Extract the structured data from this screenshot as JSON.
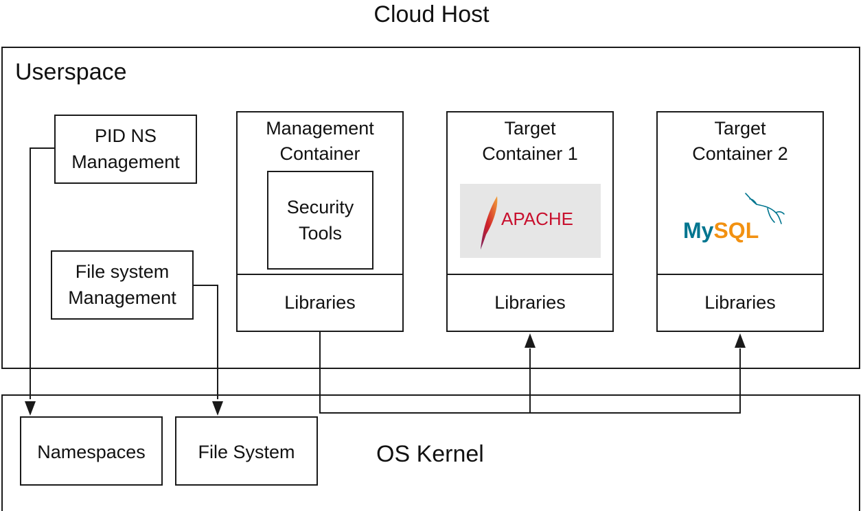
{
  "diagram": {
    "title": "Cloud Host",
    "userspace": {
      "label": "Userspace",
      "pid_ns_management": [
        "PID NS",
        "Management"
      ],
      "file_system_management": [
        "File system",
        "Management"
      ],
      "management_container": {
        "title": [
          "Management",
          "Container"
        ],
        "inner": [
          "Security",
          "Tools"
        ],
        "libraries": "Libraries"
      },
      "target_container_1": {
        "title": [
          "Target",
          "Container 1"
        ],
        "logo": "APACHE",
        "libraries": "Libraries"
      },
      "target_container_2": {
        "title": [
          "Target",
          "Container 2"
        ],
        "logo_my": "My",
        "logo_sql": "SQL",
        "libraries": "Libraries"
      }
    },
    "os_kernel": {
      "label": "OS Kernel",
      "namespaces": "Namespaces",
      "file_system": "File System"
    },
    "logo_colors": {
      "apache_red": "#c8102e",
      "apache_orange": "#f2a23a",
      "mysql_blue": "#00758f",
      "mysql_orange": "#f29111"
    },
    "connections": [
      {
        "from": "PID NS Management",
        "to": "Namespaces"
      },
      {
        "from": "File system Management",
        "to": "File System"
      },
      {
        "from": "Management Container Libraries",
        "to": "Target Container 1 Libraries"
      },
      {
        "from": "Management Container Libraries",
        "to": "Target Container 2 Libraries"
      }
    ]
  }
}
